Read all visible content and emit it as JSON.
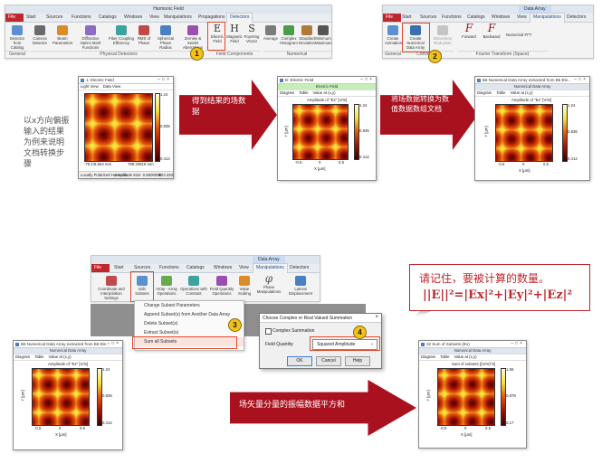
{
  "ribbon1": {
    "title": "Harmonic Field",
    "tabs": [
      "File",
      "Start",
      "Sources",
      "Functions",
      "Catalogs",
      "Windows",
      "View",
      "Manipulations",
      "Propagations",
      "Detectors"
    ],
    "buttons": [
      "Detector from Catalog",
      "Camera Detector",
      "Beam Parameters",
      "Diffractive Optics Merit Functions",
      "Fiber Coupling Efficiency",
      "RMS of Phase",
      "Spherical Phase Radius",
      "Zernike & Seidel Aberrations",
      "Electric Field",
      "Magnetic Field",
      "Poynting Vector",
      "Average",
      "Complex Histogram",
      "Standard Deviation",
      "Minimum Maximum"
    ],
    "groups": [
      "General",
      "Physical Detectors",
      "Field Components",
      "Numerical"
    ]
  },
  "ribbon2": {
    "title": "Data Array",
    "tabs": [
      "File",
      "Start",
      "Sources",
      "Functions",
      "Catalogs",
      "Windows",
      "View",
      "Manipulations",
      "Detectors"
    ],
    "buttons": [
      "Create Animation",
      "Create Numerical Data Array",
      "Dimension Reduction",
      "Forward",
      "Backward",
      "Numerical FFT"
    ],
    "groups": [
      "General",
      "Conversions",
      "Fourier Transform (Space)"
    ]
  },
  "ribbon3": {
    "title": "Data Array",
    "tabs": [
      "File",
      "Start",
      "Sources",
      "Functions",
      "Catalogs",
      "Windows",
      "View",
      "Manipulations",
      "Detectors"
    ],
    "buttons": [
      "Coordinate and Interpolation Settings",
      "Edit Subsets",
      "Array - Array Operations",
      "Operations with Constant",
      "Field Quantity Operations",
      "Value Scaling",
      "Phase Manipulations",
      "Lateral Displacement"
    ]
  },
  "subset_menu": [
    "Change Subset Parameters",
    "Append Subset(s) from Another Data Array",
    "Delete Subset(s)",
    "Extract Subset(s)",
    "Sum all Subsets"
  ],
  "dialog": {
    "title": "Choose Complex or Real Valued Summation",
    "complex_label": "Complex Summation",
    "field_label": "Field Quantity",
    "field_value": "Squared Amplitude",
    "ok": "OK",
    "cancel": "Cancel",
    "help": "Help"
  },
  "badges": [
    "1",
    "2",
    "3",
    "4"
  ],
  "left_note": "以x方向偏振输入的结果为例来说明文档转换步骤",
  "arrow1": "得到结果的场数据",
  "arrow2": "将场数据转换为数值数据数组文档",
  "arrow3": "场矢量分量的振幅数据平方和",
  "callout": {
    "line1": "请记住，要被计算的数量。",
    "formula": "||E||²=|Ex|²+|Ey|²+|Ez|²"
  },
  "win1": {
    "title": "1: Electric Field",
    "tabs": [
      "Light View",
      "Data View"
    ],
    "axis_left": "-75.1/8.604 mm",
    "axis_right": "788.33916 mm",
    "cbar_ticks": [
      "1.24",
      "0.835",
      "0.412"
    ],
    "status": [
      "Locally Polarized Harmonic",
      "Amplitude",
      "Size: 0.5000008",
      "8X3.333"
    ]
  },
  "win2": {
    "title": "B: Electric Field",
    "subtitle": "Electric Field",
    "tabs": [
      "Diagram",
      "Table",
      "Value at (x,y)"
    ],
    "heading": "Amplitude of \"Ex\" [V/m]",
    "xlabel": "X [µm]",
    "ylabel": "Y [µm]",
    "xticks": [
      "-0.5",
      "0",
      "0.5"
    ],
    "cbar_ticks": [
      "1.24",
      "0.835",
      "0.412"
    ]
  },
  "win3": {
    "title": "B6 Numerical Data Array extracted from B6 Ele...",
    "subtitle": "Numerical Data Array",
    "tabs": [
      "Diagram",
      "Table",
      "Value at (x,y)"
    ],
    "heading": "Amplitude of \"Ex\" [V/m]",
    "xlabel": "X [µm]",
    "ylabel": "Y [µm]",
    "xticks": [
      "-0.5",
      "0",
      "0.5"
    ],
    "cbar_ticks": [
      "1.24",
      "0.835",
      "0.412"
    ]
  },
  "win4": {
    "title": "B6 Numerical Data Array extracted from B6 Ele...",
    "subtitle": "Numerical Data Array",
    "tabs": [
      "Diagram",
      "Table",
      "Value at (x,y)"
    ],
    "heading": "Amplitude of \"Ex\" [V/m]",
    "xlabel": "X [µm]",
    "ylabel": "Y [µm]",
    "xticks": [
      "-0.5",
      "0",
      "0.5"
    ],
    "cbar_ticks": [
      "1.24",
      "0.835",
      "0.412"
    ]
  },
  "win5": {
    "title": "32 Sum of Subsets (B1)",
    "subtitle": "Numerical Data Array",
    "tabs": [
      "Diagram",
      "Table",
      "Value at (x,y)"
    ],
    "heading": "Sum of subsets [(V/m)^2]",
    "xlabel": "X [µm]",
    "ylabel": "Y [µm]",
    "xticks": [
      "-0.5",
      "0",
      "0.5"
    ],
    "cbar_ticks": [
      "1.56",
      "0.878",
      "0.17"
    ]
  },
  "colors": {
    "accent_red": "#a9111f",
    "badge_yellow": "#f2c21a",
    "highlight_box": "#e04a2a"
  }
}
